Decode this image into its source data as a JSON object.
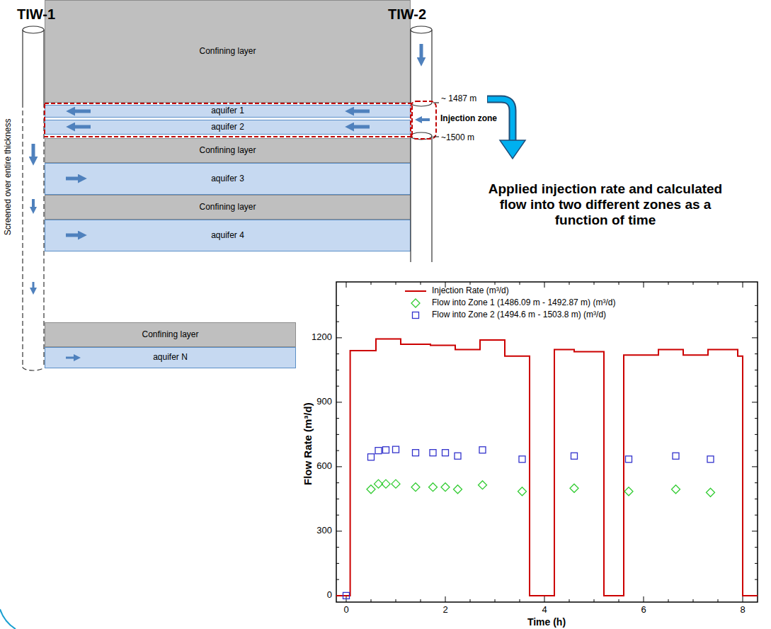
{
  "diagram": {
    "nodes": [
      {
        "text": [
          "TIW-1"
        ]
      },
      {
        "text": [
          "TIW-2"
        ]
      },
      {
        "text": [
          "Confining layer"
        ]
      },
      {
        "text": [
          "aquifer 1"
        ]
      },
      {
        "text": [
          "aquifer 2"
        ]
      },
      {
        "text": [
          "Confining layer"
        ]
      },
      {
        "text": [
          "aquifer 3"
        ]
      },
      {
        "text": [
          "Confining layer"
        ]
      },
      {
        "text": [
          "aquifer 4"
        ]
      },
      {
        "text": [
          "Confining layer"
        ]
      },
      {
        "text": [
          "aquifer N"
        ]
      }
    ],
    "labels": [
      "~ 1487 m",
      "Injection zone",
      "~1500 m",
      "Screened over entire thickness",
      "Applied injection rate and calculated flow into two different zones as a function of time",
      "Flow Rate (m³/d)",
      "Time (h)",
      "0",
      "300",
      "600",
      "900",
      "1200",
      "0",
      "2",
      "4",
      "6",
      "8"
    ],
    "legend": [
      {
        "text": "Injection Rate (m³/d)"
      },
      {
        "text": "Flow into Zone 1 (1486.09 m - 1492.87 m) (m³/d)"
      },
      {
        "text": "Flow into Zone 2 (1494.6 m - 1503.8 m) (m³/d)"
      }
    ]
  }
}
